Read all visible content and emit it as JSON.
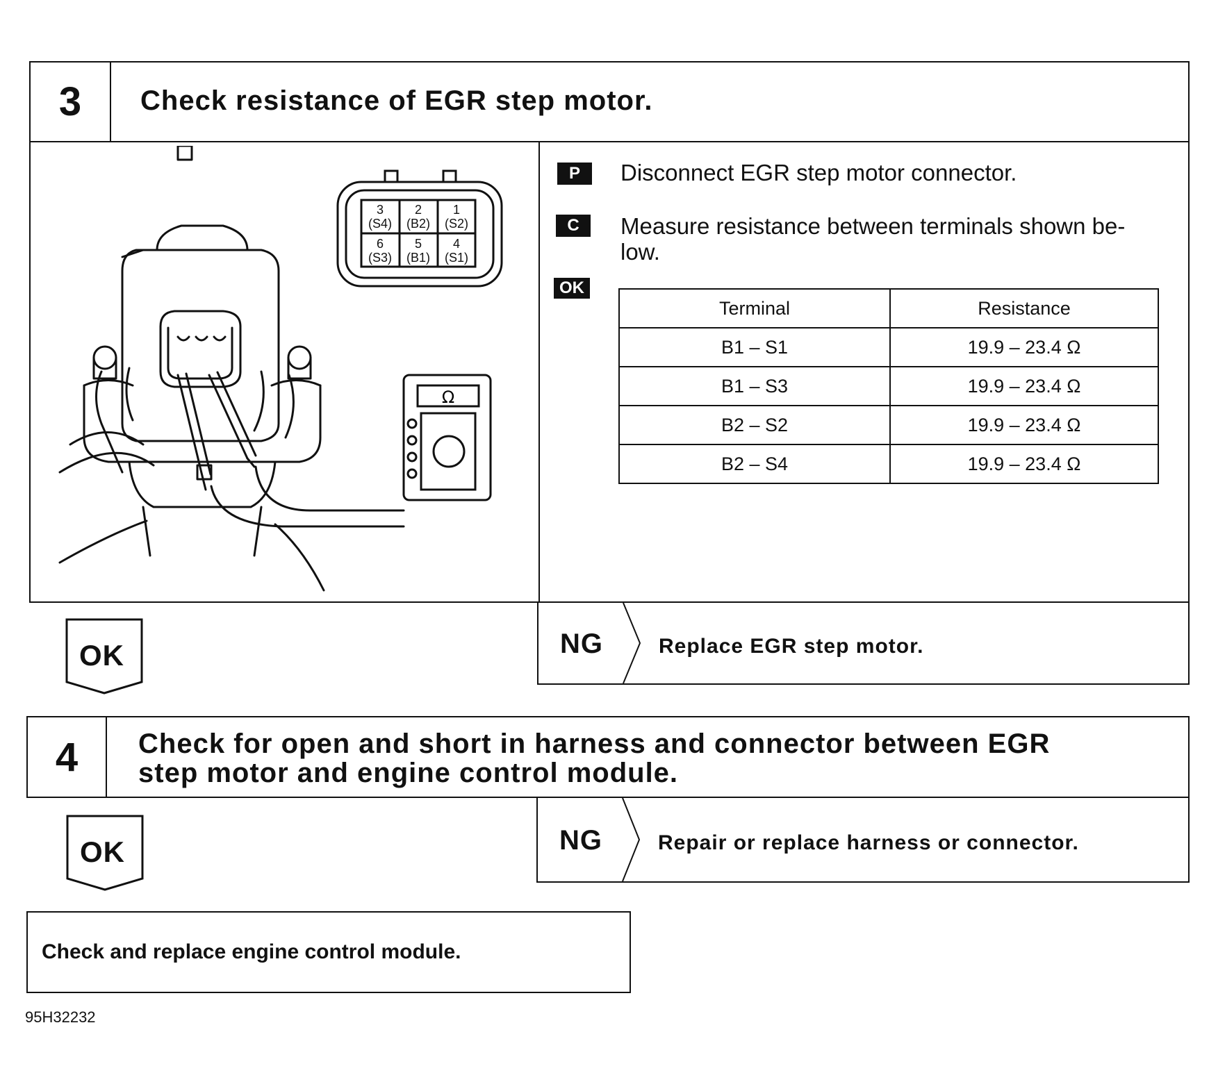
{
  "step3": {
    "number": "3",
    "title": "Check resistance of EGR step motor.",
    "prep_tag": "P",
    "prep_text": "Disconnect EGR step motor connector.",
    "check_tag": "C",
    "check_text_line1": "Measure resistance between terminals shown be-",
    "check_text_line2": "low.",
    "ok_tag": "OK",
    "table": {
      "headers": [
        "Terminal",
        "Resistance"
      ],
      "rows": [
        [
          "B1 – S1",
          "19.9 – 23.4 Ω"
        ],
        [
          "B1 – S3",
          "19.9 – 23.4 Ω"
        ],
        [
          "B2 – S2",
          "19.9 – 23.4 Ω"
        ],
        [
          "B2 – S4",
          "19.9 – 23.4 Ω"
        ]
      ]
    },
    "connector": {
      "top_row": [
        [
          "3",
          "(S4)"
        ],
        [
          "2",
          "(B2)"
        ],
        [
          "1",
          "(S2)"
        ]
      ],
      "bottom_row": [
        [
          "6",
          "(S3)"
        ],
        [
          "5",
          "(B1)"
        ],
        [
          "4",
          "(S1)"
        ]
      ]
    },
    "meter_symbol": "Ω",
    "ok_label": "OK",
    "ng_label": "NG",
    "ng_action": "Replace EGR step motor."
  },
  "step4": {
    "number": "4",
    "title_line1": "Check for open and short in harness and connector between EGR",
    "title_line2": "step motor and engine control module.",
    "ok_label": "OK",
    "ng_label": "NG",
    "ng_action": "Repair or replace harness or connector."
  },
  "final_action": "Check and replace engine control module.",
  "figure_code": "95H32232"
}
